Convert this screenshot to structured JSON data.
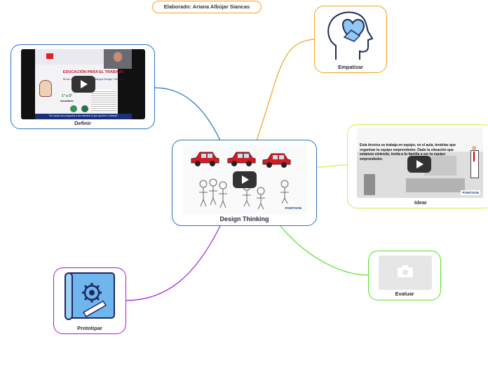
{
  "author": "Elaborado: Ariana Albújar Siancas",
  "center": {
    "label": "Design Thinking"
  },
  "nodes": {
    "empatizar": "Empatizar",
    "definir": "Definir",
    "idear": "Idear",
    "evaluar": "Evaluar",
    "prototipar": "Prototipar"
  },
  "definir_video": {
    "title": "EDUCACIÓN PARA EL TRABAJO",
    "subtitle": "Tema: Aplicamos la metodología Design Thinking",
    "grade": "1° a 5°",
    "level": "secundaria",
    "caption": "\"No basta con preguntar a tus clientes lo que quieren o desean\""
  },
  "idear_video": {
    "text": "Esta técnica se trabaja en equipo, en el aula, tendrías que organizar tu equipo emprendedor. Dado la situación que estamos viviendo, invita a tu familia a ser tu equipo emprendedor.",
    "brand": "POWTOON"
  },
  "center_video": {
    "brand": "POWTOON"
  },
  "colors": {
    "blue": "#2a72c8",
    "orange": "#f4a21a",
    "yellow": "#e0e84a",
    "green": "#53e028",
    "purple": "#a020d0"
  }
}
